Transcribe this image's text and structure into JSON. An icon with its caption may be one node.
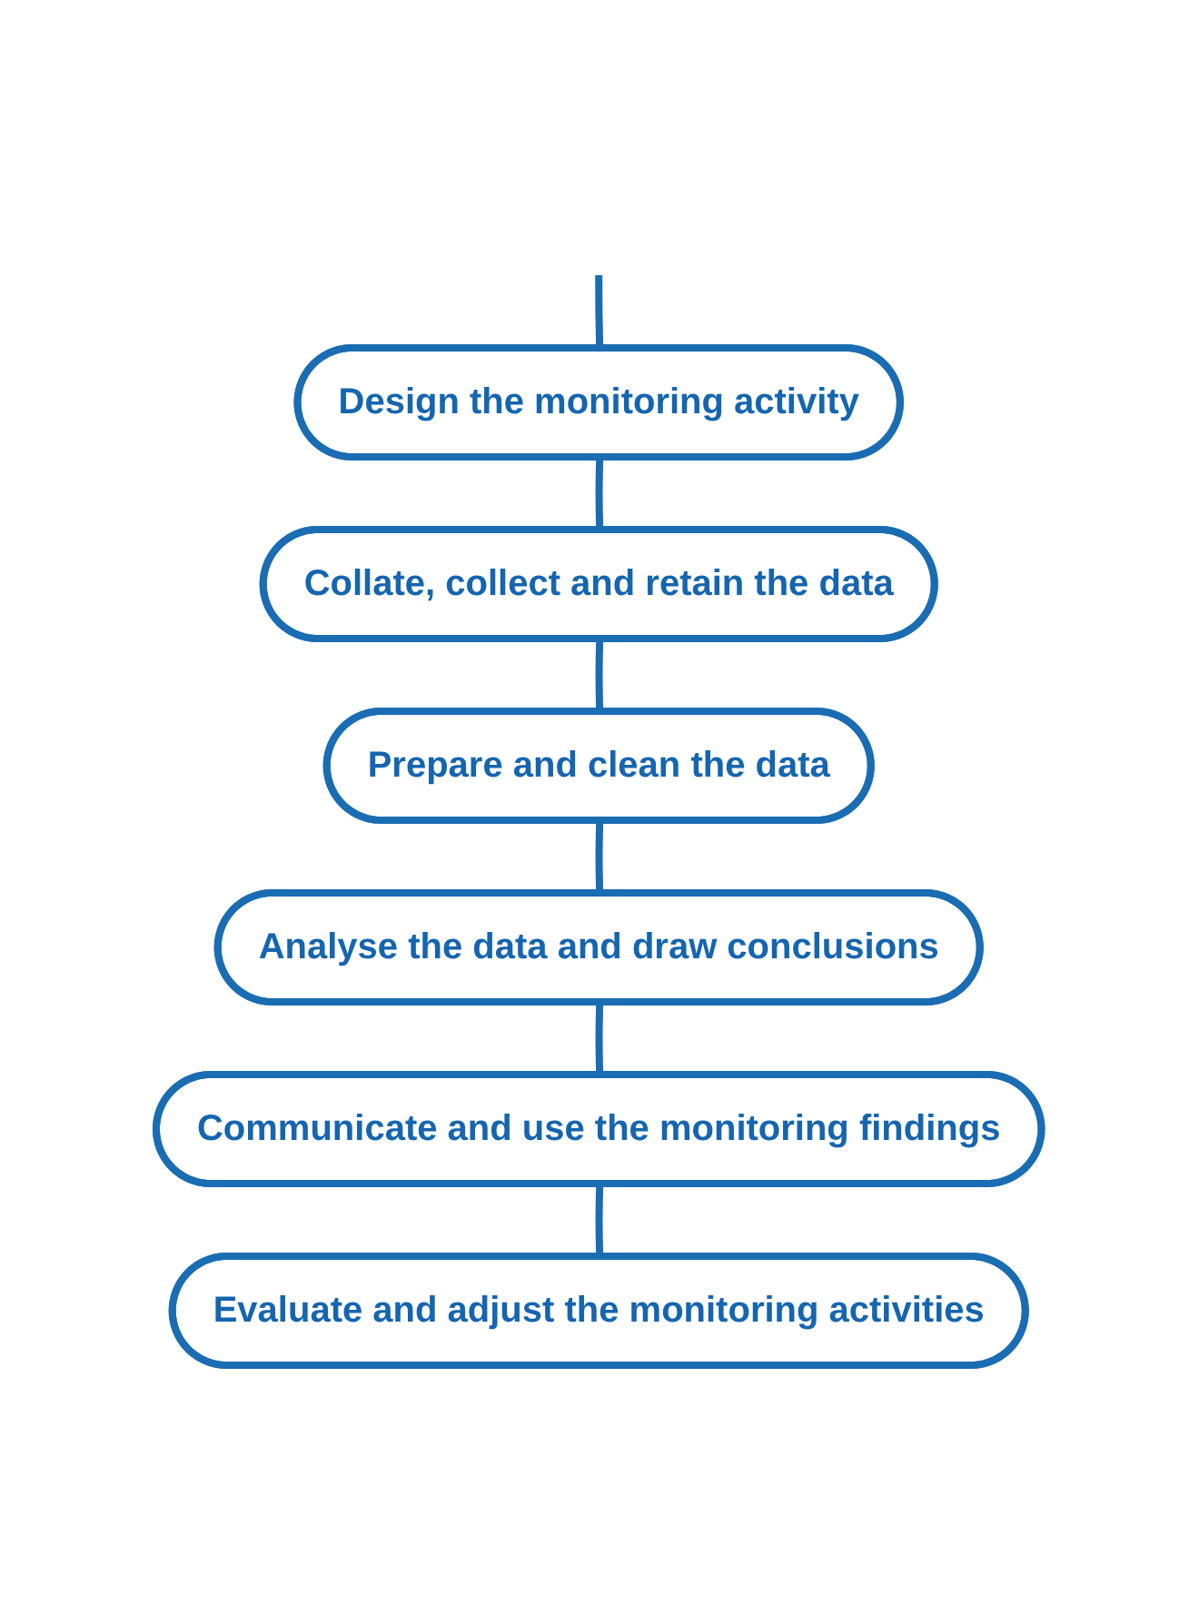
{
  "diagram": {
    "nodes": [
      {
        "text": [
          "Design the monitoring activity"
        ]
      },
      {
        "text": [
          "Collate, collect and retain the data"
        ]
      },
      {
        "text": [
          "Prepare and clean the data"
        ]
      },
      {
        "text": [
          "Analyse the data and draw conclusions"
        ]
      },
      {
        "text": [
          "Communicate and use the monitoring findings"
        ]
      },
      {
        "text": [
          "Evaluate and adjust the monitoring activities"
        ]
      }
    ],
    "edges": [
      {
        "from": null,
        "to": 0,
        "arrow": "none"
      },
      {
        "from": 0,
        "to": 1,
        "arrow": "none"
      },
      {
        "from": 1,
        "to": 2,
        "arrow": "none"
      },
      {
        "from": 2,
        "to": 3,
        "arrow": "none"
      },
      {
        "from": 3,
        "to": 4,
        "arrow": "none"
      },
      {
        "from": 4,
        "to": 5,
        "arrow": "none"
      }
    ]
  }
}
